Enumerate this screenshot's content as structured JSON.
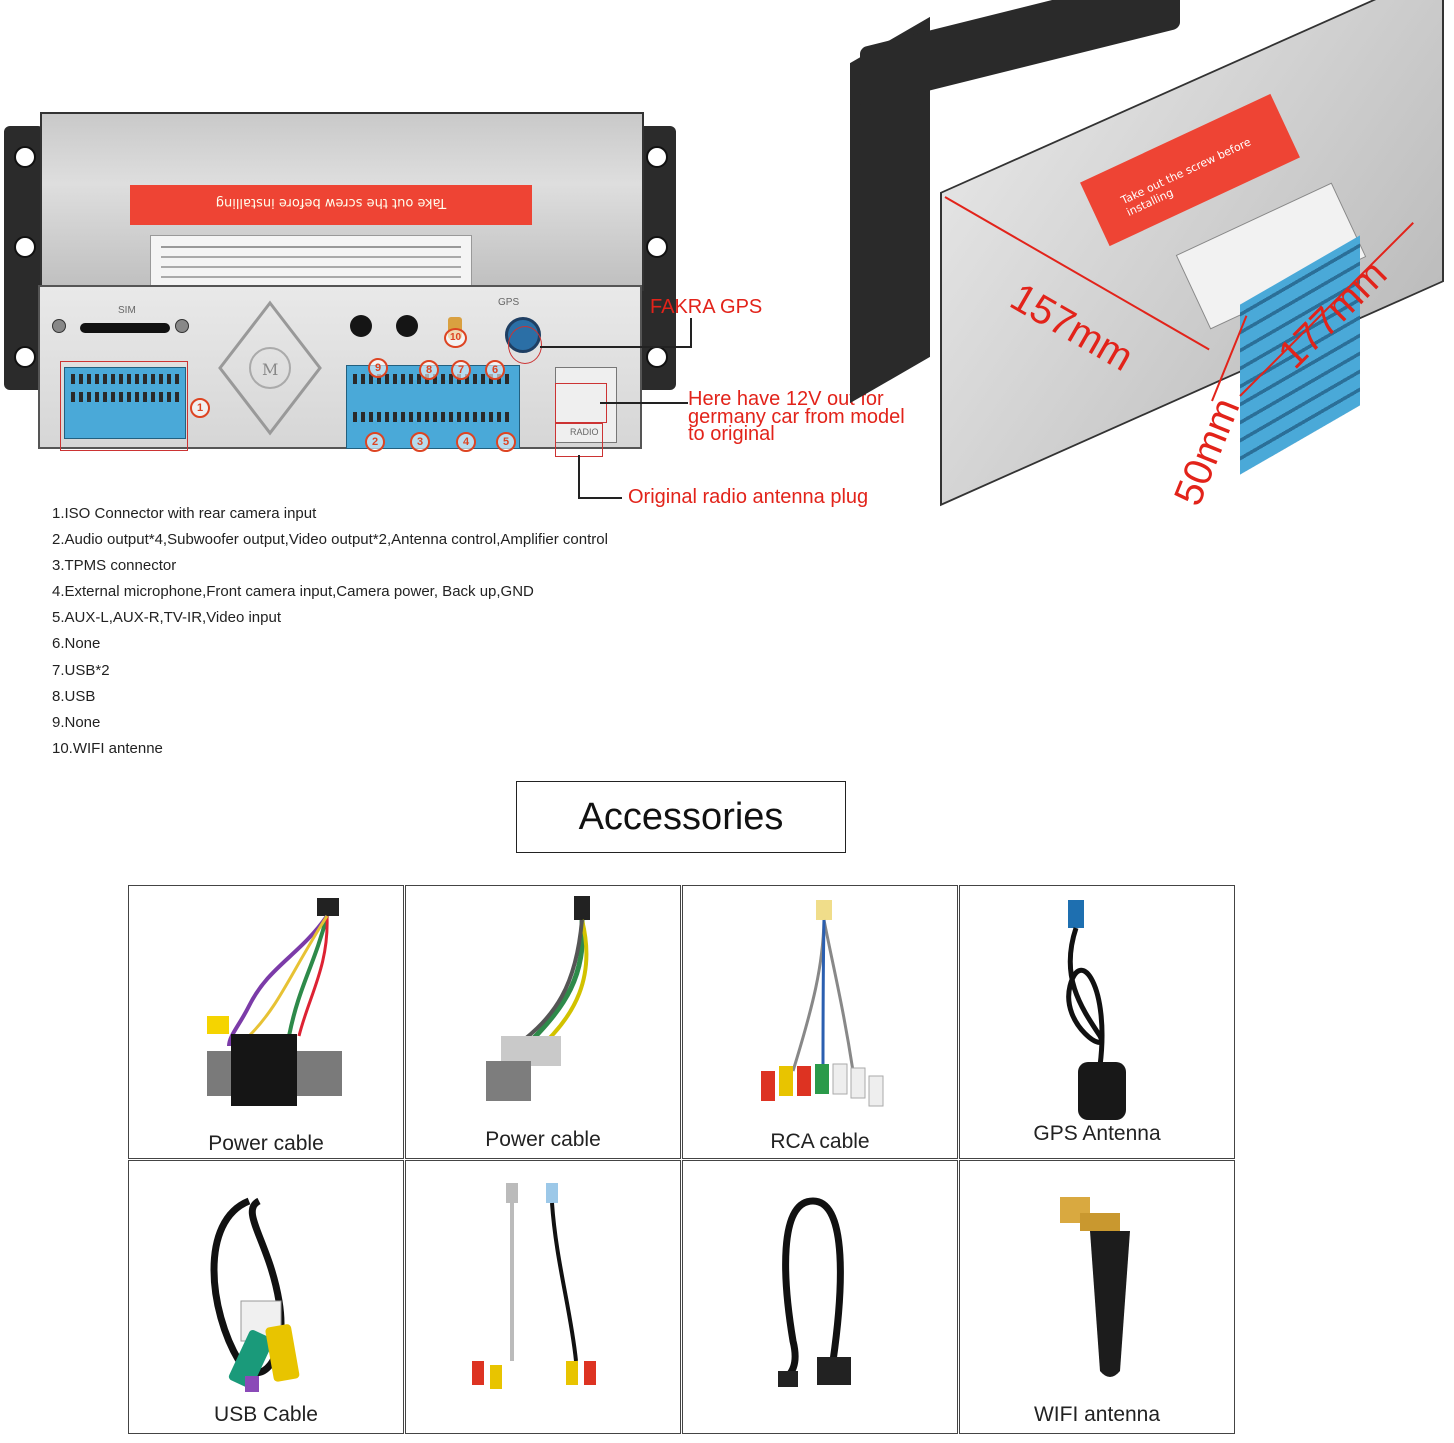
{
  "rear_panel": {
    "sticker_text": "Take out the screw before installing",
    "sim_label": "SIM",
    "gps_label": "GPS",
    "radio_label": "RADIO",
    "port_numbers": [
      "1",
      "2",
      "3",
      "4",
      "5",
      "6",
      "7",
      "8",
      "9",
      "10"
    ]
  },
  "callouts": {
    "fakra": "FAKRA GPS",
    "twelve_v": [
      "Here have 12V out for",
      "germany car from model",
      "to original"
    ],
    "radio_antenna": "Original radio antenna plug"
  },
  "dimensions": {
    "depth": "157mm",
    "width": "177mm",
    "height": "50mm",
    "sticker_text": "Take out the screw before installing"
  },
  "ports": [
    "1.ISO Connector with rear camera input",
    "2.Audio output*4,Subwoofer output,Video output*2,Antenna control,Amplifier control",
    "3.TPMS connector",
    "4.External microphone,Front camera input,Camera power, Back up,GND",
    "5.AUX-L,AUX-R,TV-IR,Video input",
    "6.None",
    "7.USB*2",
    "8.USB",
    "9.None",
    "10.WIFI antenne"
  ],
  "accessories": {
    "title": "Accessories",
    "items": [
      {
        "label": "Power cable",
        "icon": "power-cable-icon"
      },
      {
        "label": "Power cable",
        "icon": "power-cable-icon"
      },
      {
        "label": "RCA cable",
        "icon": "rca-cable-icon"
      },
      {
        "label": "GPS Antenna",
        "icon": "gps-antenna-icon"
      },
      {
        "label": "USB  Cable",
        "icon": "usb-cable-icon"
      },
      {
        "label": "",
        "icon": "rca-splitter-icon"
      },
      {
        "label": "",
        "icon": "usb-extension-icon"
      },
      {
        "label": "WIFI antenna",
        "icon": "wifi-antenna-icon"
      }
    ]
  },
  "colors": {
    "callout_red": "#e2231a",
    "connector_blue": "#4aa9d8",
    "sticker_red": "#ee4434"
  }
}
